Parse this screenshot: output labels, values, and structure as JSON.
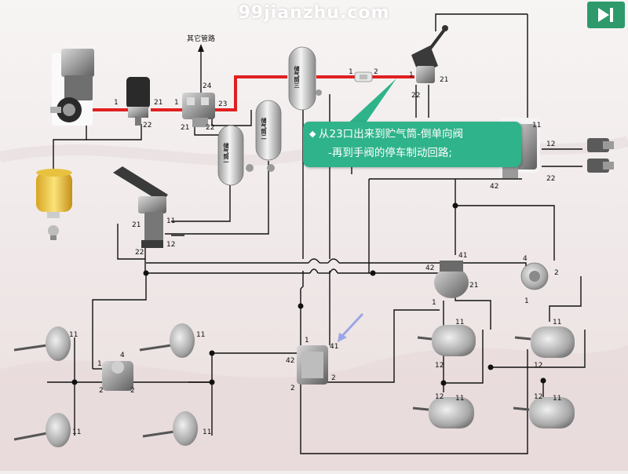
{
  "watermark": "99jianzhu.com",
  "nav": {
    "next_icon": "play-next-icon",
    "accent": "#2e9a6c"
  },
  "callout": {
    "bullet": "◆",
    "line1": "从23口出来到贮气筒-倒单向阀",
    "line2": "-再到手阀的停车制动回路;",
    "color": "#2fb38a"
  },
  "pipe_colors": {
    "active": "#e02020",
    "normal": "#111111"
  },
  "labels": {
    "other_circuits": "其它管路",
    "tank1": "储气筒一",
    "tank2": "储气筒二",
    "tank3": "储气筒三"
  },
  "ports": {
    "compressor_out": "1",
    "dryer_in": "1",
    "dryer_out": "21",
    "dryer_22": "22",
    "fourway_1": "1",
    "fourway_24": "24",
    "fourway_23": "23",
    "fourway_21": "21",
    "fourway_22": "22",
    "check_1": "1",
    "check_2": "2",
    "hand_1": "1",
    "hand_21": "21",
    "hand_22": "22",
    "trailer_12": "12",
    "trailer_11": "11",
    "trailer_42": "42",
    "trailer_out12": "12",
    "trailer_out22": "22",
    "foot_21": "21",
    "foot_11": "11",
    "foot_22": "22",
    "foot_12": "12",
    "relay_l_1": "1",
    "relay_l_4": "4",
    "relay_l_2a": "2",
    "relay_l_2b": "2",
    "relay_c_1": "1",
    "relay_c_41": "41",
    "relay_c_42": "42",
    "relay_c_2a": "2",
    "relay_c_2b": "2",
    "relay_r_42": "42",
    "relay_r_41": "41",
    "relay_r_21": "21",
    "relay_r_1": "1",
    "relay_fr_4": "4",
    "relay_fr_2": "2",
    "relay_fr_1": "1",
    "cyl_11": "11",
    "cyl_12": "12"
  }
}
